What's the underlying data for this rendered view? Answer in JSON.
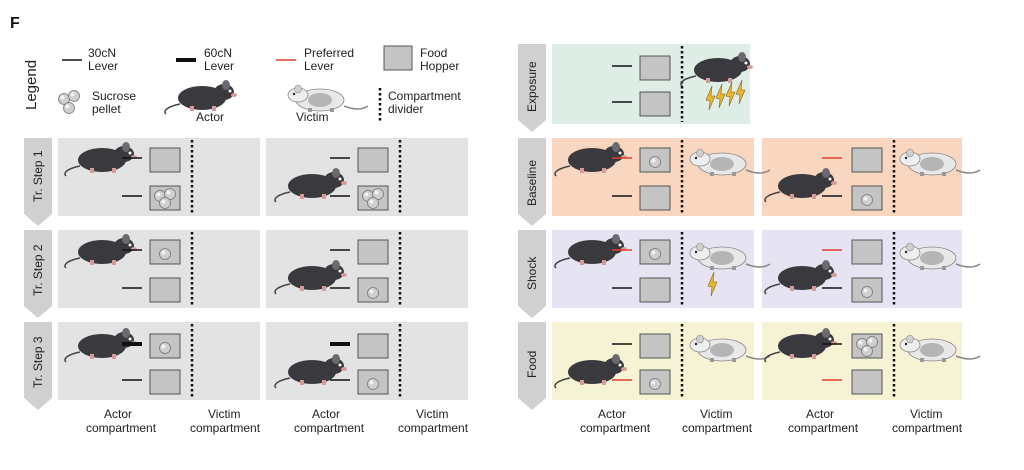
{
  "figure": {
    "panel_letter": "F"
  },
  "legend": {
    "title": "Legend",
    "lever30": [
      "30cN",
      "Lever"
    ],
    "lever60": [
      "60cN",
      "Lever"
    ],
    "preferred": [
      "Preferred",
      "Lever"
    ],
    "food_hopper": [
      "Food",
      "Hopper"
    ],
    "sucrose": [
      "Sucrose",
      "pellet"
    ],
    "actor": "Actor",
    "victim": "Victim",
    "divider": [
      "Compartment",
      "divider"
    ]
  },
  "training": {
    "steps": [
      "Tr. Step 1",
      "Tr. Step 2",
      "Tr. Step 3"
    ]
  },
  "test": {
    "phases": [
      "Exposure",
      "Baseline",
      "Shock",
      "Food"
    ]
  },
  "bottom": {
    "actor": [
      "Actor",
      "compartment"
    ],
    "victim": [
      "Victim",
      "compartment"
    ]
  },
  "colors": {
    "panel_gray": "#e3e3e3",
    "exposure": "#deeee6",
    "baseline": "#f8d6bf",
    "shock": "#e6e4f2",
    "food": "#f5f3d4",
    "preferred_lever": "#e0402e",
    "hopper": "#c4c4c4"
  }
}
